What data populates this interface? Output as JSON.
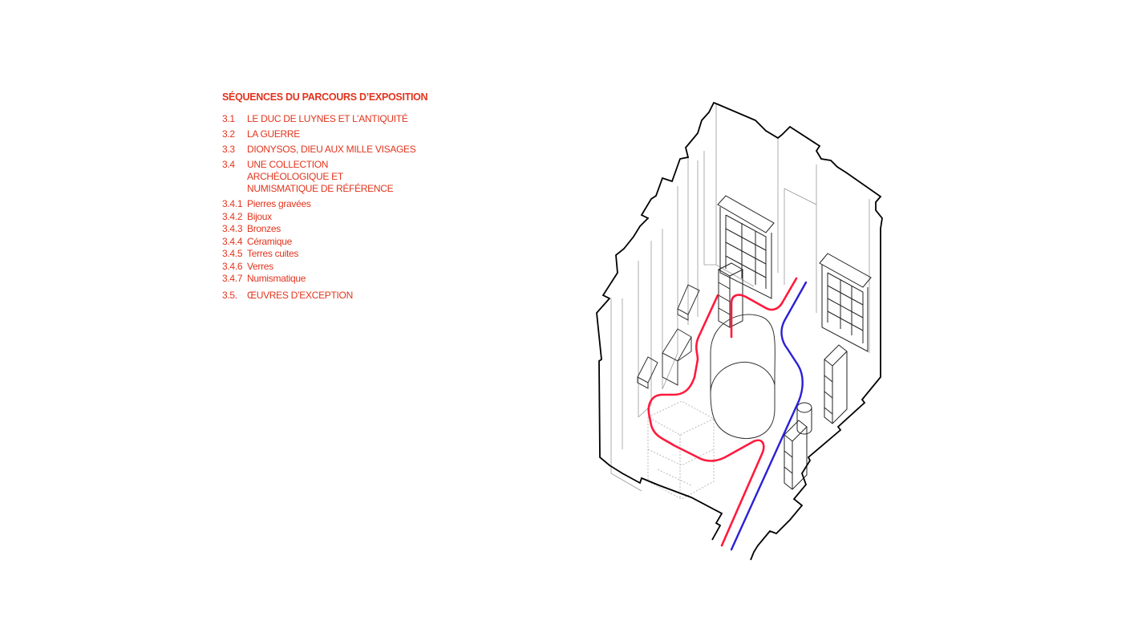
{
  "legend": {
    "title": "SÉQUENCES DU PARCOURS D’EXPOSITION",
    "items": [
      {
        "num": "3.1",
        "label": "LE DUC DE LUYNES ET L’ANTIQUITÉ"
      },
      {
        "num": "3.2",
        "label": "LA GUERRE"
      },
      {
        "num": "3.3",
        "label": "DIONYSOS, DIEU AUX MILLE VISAGES"
      },
      {
        "num": "3.4",
        "label": "UNE COLLECTION ARCHÉOLOGIQUE ET NUMISMATIQUE DE RÉFÉRENCE"
      },
      {
        "num": "3.4.1",
        "label": "Pierres gravées"
      },
      {
        "num": "3.4.2",
        "label": "Bijoux"
      },
      {
        "num": "3.4.3",
        "label": "Bronzes"
      },
      {
        "num": "3.4.4",
        "label": "Céramique"
      },
      {
        "num": "3.4.5",
        "label": "Terres cuites"
      },
      {
        "num": "3.4.6",
        "label": "Verres"
      },
      {
        "num": "3.4.7",
        "label": "Numismatique"
      },
      {
        "num": "3.5.",
        "label": "ŒUVRES D’EXCEPTION"
      }
    ]
  },
  "colors": {
    "text": "#e2341d",
    "route_red": "#ff1a3c",
    "route_blue": "#2a1fd6",
    "outline": "#000000",
    "fine_lines": "#9a9a9a"
  }
}
